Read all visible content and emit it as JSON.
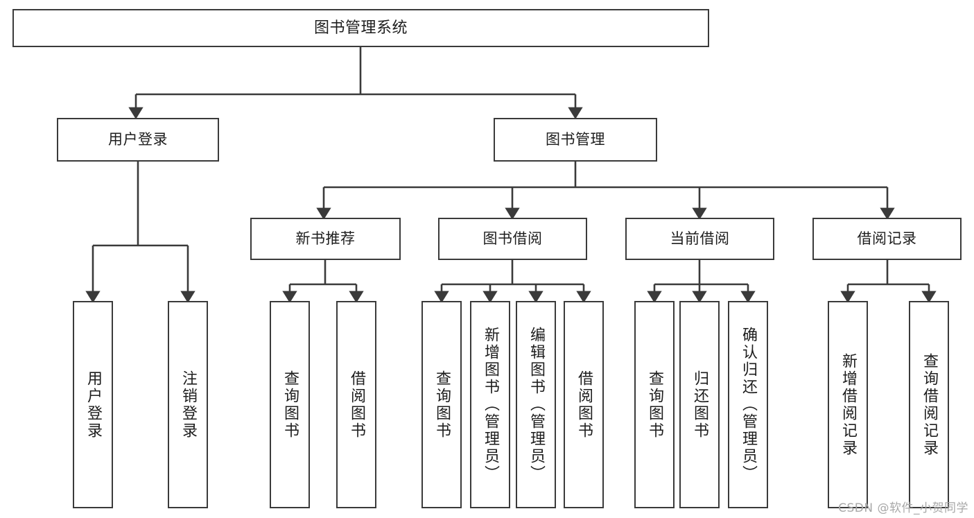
{
  "diagram": {
    "title": "图书管理系统",
    "type": "hierarchy-tree",
    "watermark": "CSDN @软件_小贺同学",
    "levels": {
      "root": "图书管理系统",
      "level2": [
        "用户登录",
        "图书管理"
      ],
      "level3": [
        "新书推荐",
        "图书借阅",
        "当前借阅",
        "借阅记录"
      ]
    }
  },
  "nodes": {
    "root": {
      "label": "图书管理系统"
    },
    "user_login": {
      "label": "用户登录"
    },
    "book_manage": {
      "label": "图书管理"
    },
    "new_book_rec": {
      "label": "新书推荐"
    },
    "book_borrow": {
      "label": "图书借阅"
    },
    "current_borrow": {
      "label": "当前借阅"
    },
    "borrow_record": {
      "label": "借阅记录"
    }
  },
  "leaves": {
    "user_login": [
      {
        "label": "用户登录"
      },
      {
        "label": "注销登录"
      }
    ],
    "new_book_rec": [
      {
        "label": "查询图书"
      },
      {
        "label": "借阅图书"
      }
    ],
    "book_borrow": [
      {
        "label": "查询图书"
      },
      {
        "label": "新增图书（管理员）"
      },
      {
        "label": "编辑图书（管理员）"
      },
      {
        "label": "借阅图书"
      }
    ],
    "current_borrow": [
      {
        "label": "查询图书"
      },
      {
        "label": "归还图书"
      },
      {
        "label": "确认归还（管理员）"
      }
    ],
    "borrow_record": [
      {
        "label": "新增借阅记录"
      },
      {
        "label": "查询借阅记录"
      }
    ]
  },
  "colors": {
    "stroke": "#3a3a3a",
    "background": "#ffffff",
    "text": "#1d1d1d",
    "watermark": "#a8a8a8"
  }
}
